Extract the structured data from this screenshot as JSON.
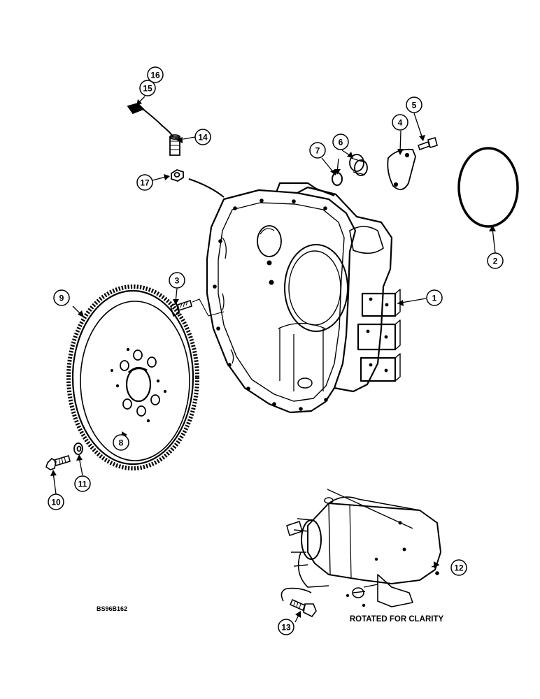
{
  "callouts": [
    {
      "id": "c1",
      "label": "1"
    },
    {
      "id": "c2",
      "label": "2"
    },
    {
      "id": "c3",
      "label": "3"
    },
    {
      "id": "c4",
      "label": "4"
    },
    {
      "id": "c5",
      "label": "5"
    },
    {
      "id": "c6",
      "label": "6"
    },
    {
      "id": "c7",
      "label": "7"
    },
    {
      "id": "c8",
      "label": "8"
    },
    {
      "id": "c9",
      "label": "9"
    },
    {
      "id": "c10",
      "label": "10"
    },
    {
      "id": "c11",
      "label": "11"
    },
    {
      "id": "c12",
      "label": "12"
    },
    {
      "id": "c13",
      "label": "13"
    },
    {
      "id": "c14",
      "label": "14"
    },
    {
      "id": "c15",
      "label": "15"
    },
    {
      "id": "c16",
      "label": "16"
    },
    {
      "id": "c17",
      "label": "17"
    }
  ],
  "note": "ROTATED FOR CLARITY",
  "figure_code": "BS96B162",
  "colors": {
    "ink": "#000000",
    "paper": "#ffffff"
  }
}
